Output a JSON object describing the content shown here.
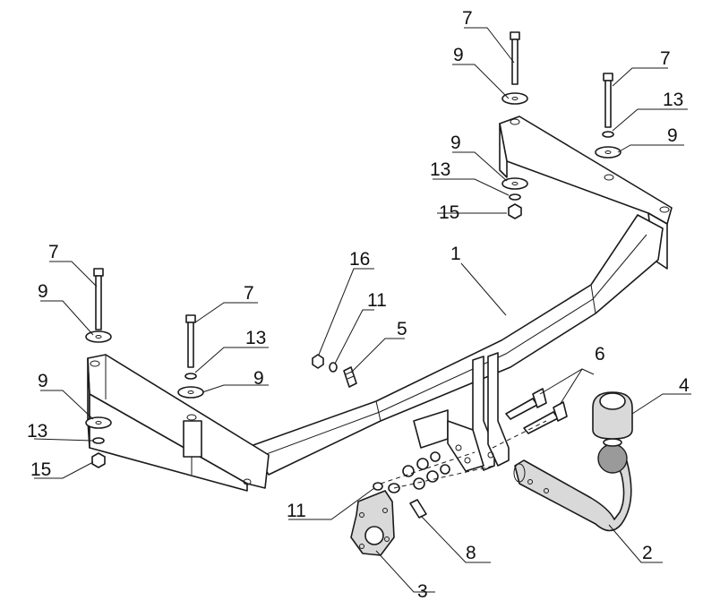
{
  "callouts": [
    {
      "id": "c7a",
      "text": "7"
    },
    {
      "id": "c9a",
      "text": "9"
    },
    {
      "id": "c7b",
      "text": "7"
    },
    {
      "id": "c13a",
      "text": "13"
    },
    {
      "id": "c9b",
      "text": "9"
    },
    {
      "id": "c9c",
      "text": "9"
    },
    {
      "id": "c13b",
      "text": "13"
    },
    {
      "id": "c15a",
      "text": "15"
    },
    {
      "id": "c7c",
      "text": "7"
    },
    {
      "id": "c9d",
      "text": "9"
    },
    {
      "id": "c16",
      "text": "16"
    },
    {
      "id": "c1",
      "text": "1"
    },
    {
      "id": "c7d",
      "text": "7"
    },
    {
      "id": "c11a",
      "text": "11"
    },
    {
      "id": "c13c",
      "text": "13"
    },
    {
      "id": "c5",
      "text": "5"
    },
    {
      "id": "c9e",
      "text": "9"
    },
    {
      "id": "c9f",
      "text": "9"
    },
    {
      "id": "c6",
      "text": "6"
    },
    {
      "id": "c4",
      "text": "4"
    },
    {
      "id": "c13d",
      "text": "13"
    },
    {
      "id": "c15b",
      "text": "15"
    },
    {
      "id": "c11b",
      "text": "11"
    },
    {
      "id": "c8",
      "text": "8"
    },
    {
      "id": "c2",
      "text": "2"
    },
    {
      "id": "c3",
      "text": "3"
    }
  ]
}
